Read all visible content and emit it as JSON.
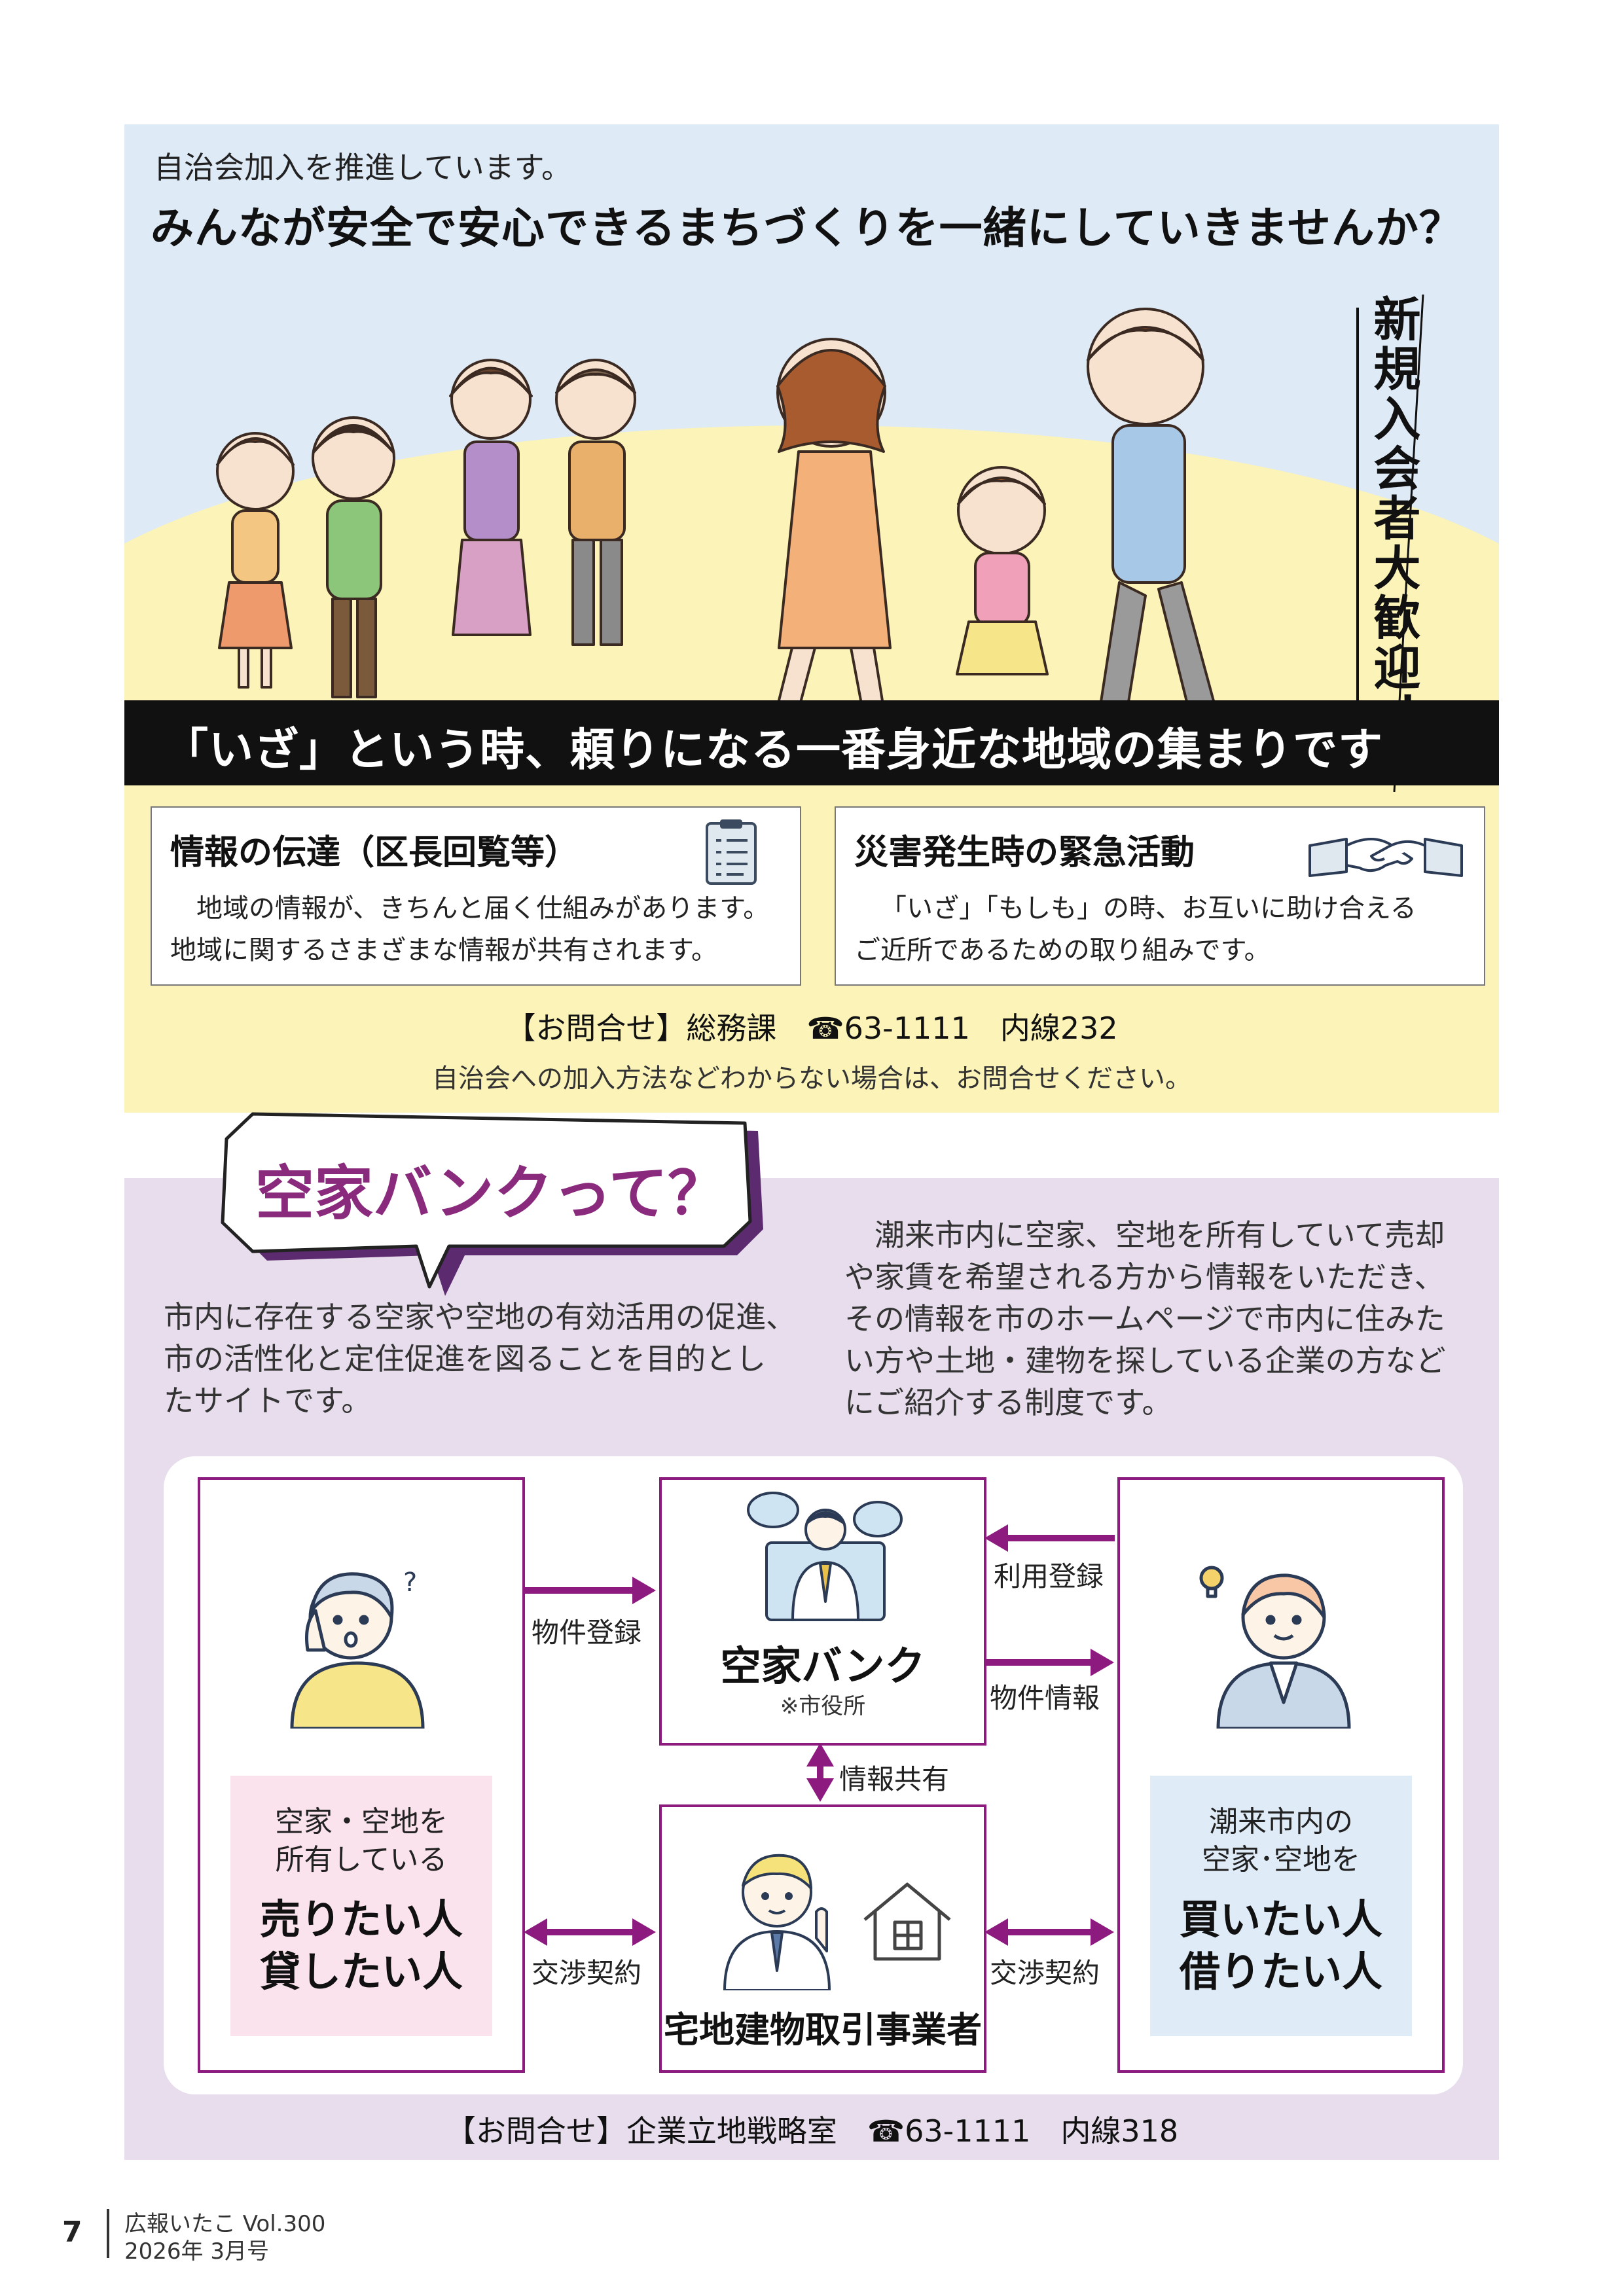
{
  "jichikai": {
    "intro": "自治会加入を推進しています。",
    "headline": "みんなが安全で安心できるまちづくりを一緒にしていきませんか？",
    "vertical_slogan": "新規入会者大歓迎！",
    "banner": "「いざ」という時、頼りになる一番身近な地域の集まりです",
    "boxes": [
      {
        "title": "情報の伝達（区長回覧等）",
        "lines": [
          "地域の情報が、きちんと届く仕組みがあります。",
          "地域に関するさまざまな情報が共有されます。"
        ],
        "icon": "clipboard-icon"
      },
      {
        "title": "災害発生時の緊急活動",
        "lines": [
          "「いざ」「もしも」の時、お互いに助け合える",
          "ご近所であるための取り組みです。"
        ],
        "icon": "handshake-icon"
      }
    ],
    "contact": "【お問合せ】総務課　☎63-1111　内線232",
    "note": "自治会への加入方法などわからない場合は、お問合せください。"
  },
  "akiya": {
    "title": "空家バンクって？",
    "left_text": [
      "市内に存在する空家や空地の有効活用の促進、",
      "市の活性化と定住促進を図ることを目的とし",
      "たサイトです。"
    ],
    "right_text": [
      "潮来市内に空家、空地を所有していて売却",
      "や家賃を希望される方から情報をいただき、",
      "その情報を市のホームページで市内に住みた",
      "い方や土地・建物を探している企業の方など",
      "にご紹介する制度です。"
    ],
    "diagram": {
      "seller": {
        "sub1": "空家・空地を",
        "sub2": "所有している",
        "main1": "売りたい人",
        "main2": "貸したい人"
      },
      "buyer": {
        "sub1": "潮来市内の",
        "sub2": "空家･空地を",
        "main1": "買いたい人",
        "main2": "借りたい人"
      },
      "bank": {
        "name": "空家バンク",
        "note": "※市役所"
      },
      "agent": {
        "name": "宅地建物取引事業者"
      },
      "arrows": {
        "property_registration": "物件登録",
        "user_registration": "利用登録",
        "property_info": "物件情報",
        "info_sharing": "情報共有",
        "negotiation_left": "交渉契約",
        "negotiation_right": "交渉契約"
      }
    },
    "contact": "【お問合せ】企業立地戦略室　☎63-1111　内線318"
  },
  "footer": {
    "page": "7",
    "magazine": "広報いたこ Vol.300",
    "date": "2026年 3月号"
  },
  "colors": {
    "accent": "#8d1a7e",
    "sky": "#deeaf6",
    "cream": "#fbf3b8",
    "lavender": "#e7ddec"
  }
}
